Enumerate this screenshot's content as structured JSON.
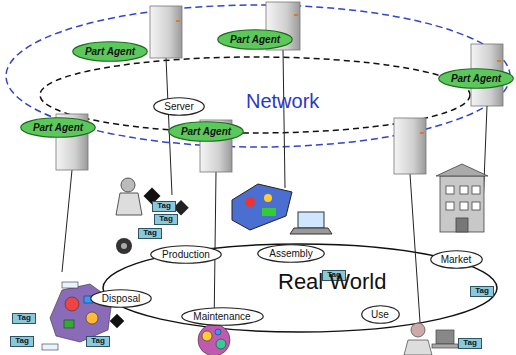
{
  "diagram": {
    "nodes": [
      {
        "text": [
          "Part Agent"
        ]
      },
      {
        "text": [
          "Part Agent"
        ]
      },
      {
        "text": [
          "Part Agent"
        ]
      },
      {
        "text": [
          "Part Agent"
        ]
      },
      {
        "text": [
          "Server"
        ]
      },
      {
        "text": [
          "Part Agent"
        ]
      },
      {
        "text": [
          "Tag"
        ]
      },
      {
        "text": [
          "Tag"
        ]
      },
      {
        "text": [
          "Tag"
        ]
      },
      {
        "text": [
          "Production"
        ]
      },
      {
        "text": [
          "Assembly"
        ]
      },
      {
        "text": [
          "Market"
        ]
      },
      {
        "text": [
          "Tag"
        ]
      },
      {
        "text": [
          "Tag"
        ]
      },
      {
        "text": [
          "Disposal"
        ]
      },
      {
        "text": [
          "Tag"
        ]
      },
      {
        "text": [
          "Maintenance"
        ]
      },
      {
        "text": [
          "Use"
        ]
      },
      {
        "text": [
          "Tag"
        ]
      },
      {
        "text": [
          "Tag"
        ]
      },
      {
        "text": [
          "Tag"
        ]
      }
    ],
    "labels": [
      "Network",
      "Real World"
    ]
  }
}
